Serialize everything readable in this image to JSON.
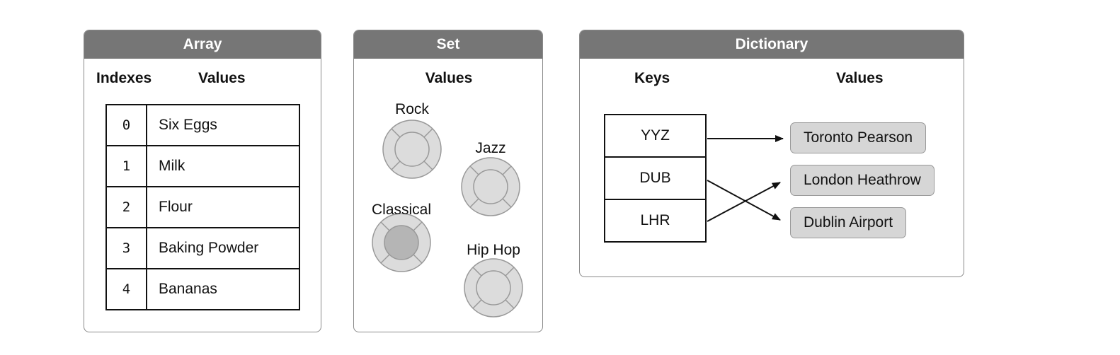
{
  "array": {
    "title": "Array",
    "indexes_header": "Indexes",
    "values_header": "Values",
    "rows": [
      {
        "index": "0",
        "value": "Six Eggs"
      },
      {
        "index": "1",
        "value": "Milk"
      },
      {
        "index": "2",
        "value": "Flour"
      },
      {
        "index": "3",
        "value": "Baking Powder"
      },
      {
        "index": "4",
        "value": "Bananas"
      }
    ]
  },
  "set": {
    "title": "Set",
    "values_header": "Values",
    "items": [
      {
        "label": "Rock"
      },
      {
        "label": "Jazz"
      },
      {
        "label": "Classical"
      },
      {
        "label": "Hip Hop"
      }
    ]
  },
  "dictionary": {
    "title": "Dictionary",
    "keys_header": "Keys",
    "values_header": "Values",
    "keys": [
      "YYZ",
      "DUB",
      "LHR"
    ],
    "values": [
      "Toronto Pearson",
      "London Heathrow",
      "Dublin Airport"
    ],
    "mappings": [
      {
        "key": "YYZ",
        "value": "Toronto Pearson"
      },
      {
        "key": "DUB",
        "value": "Dublin Airport"
      },
      {
        "key": "LHR",
        "value": "London Heathrow"
      }
    ]
  },
  "colors": {
    "header_bg": "#767676",
    "value_pill_bg": "#d6d6d6",
    "set_fill": "#dcdcdc",
    "set_fill_selected": "#b5b5b5"
  }
}
